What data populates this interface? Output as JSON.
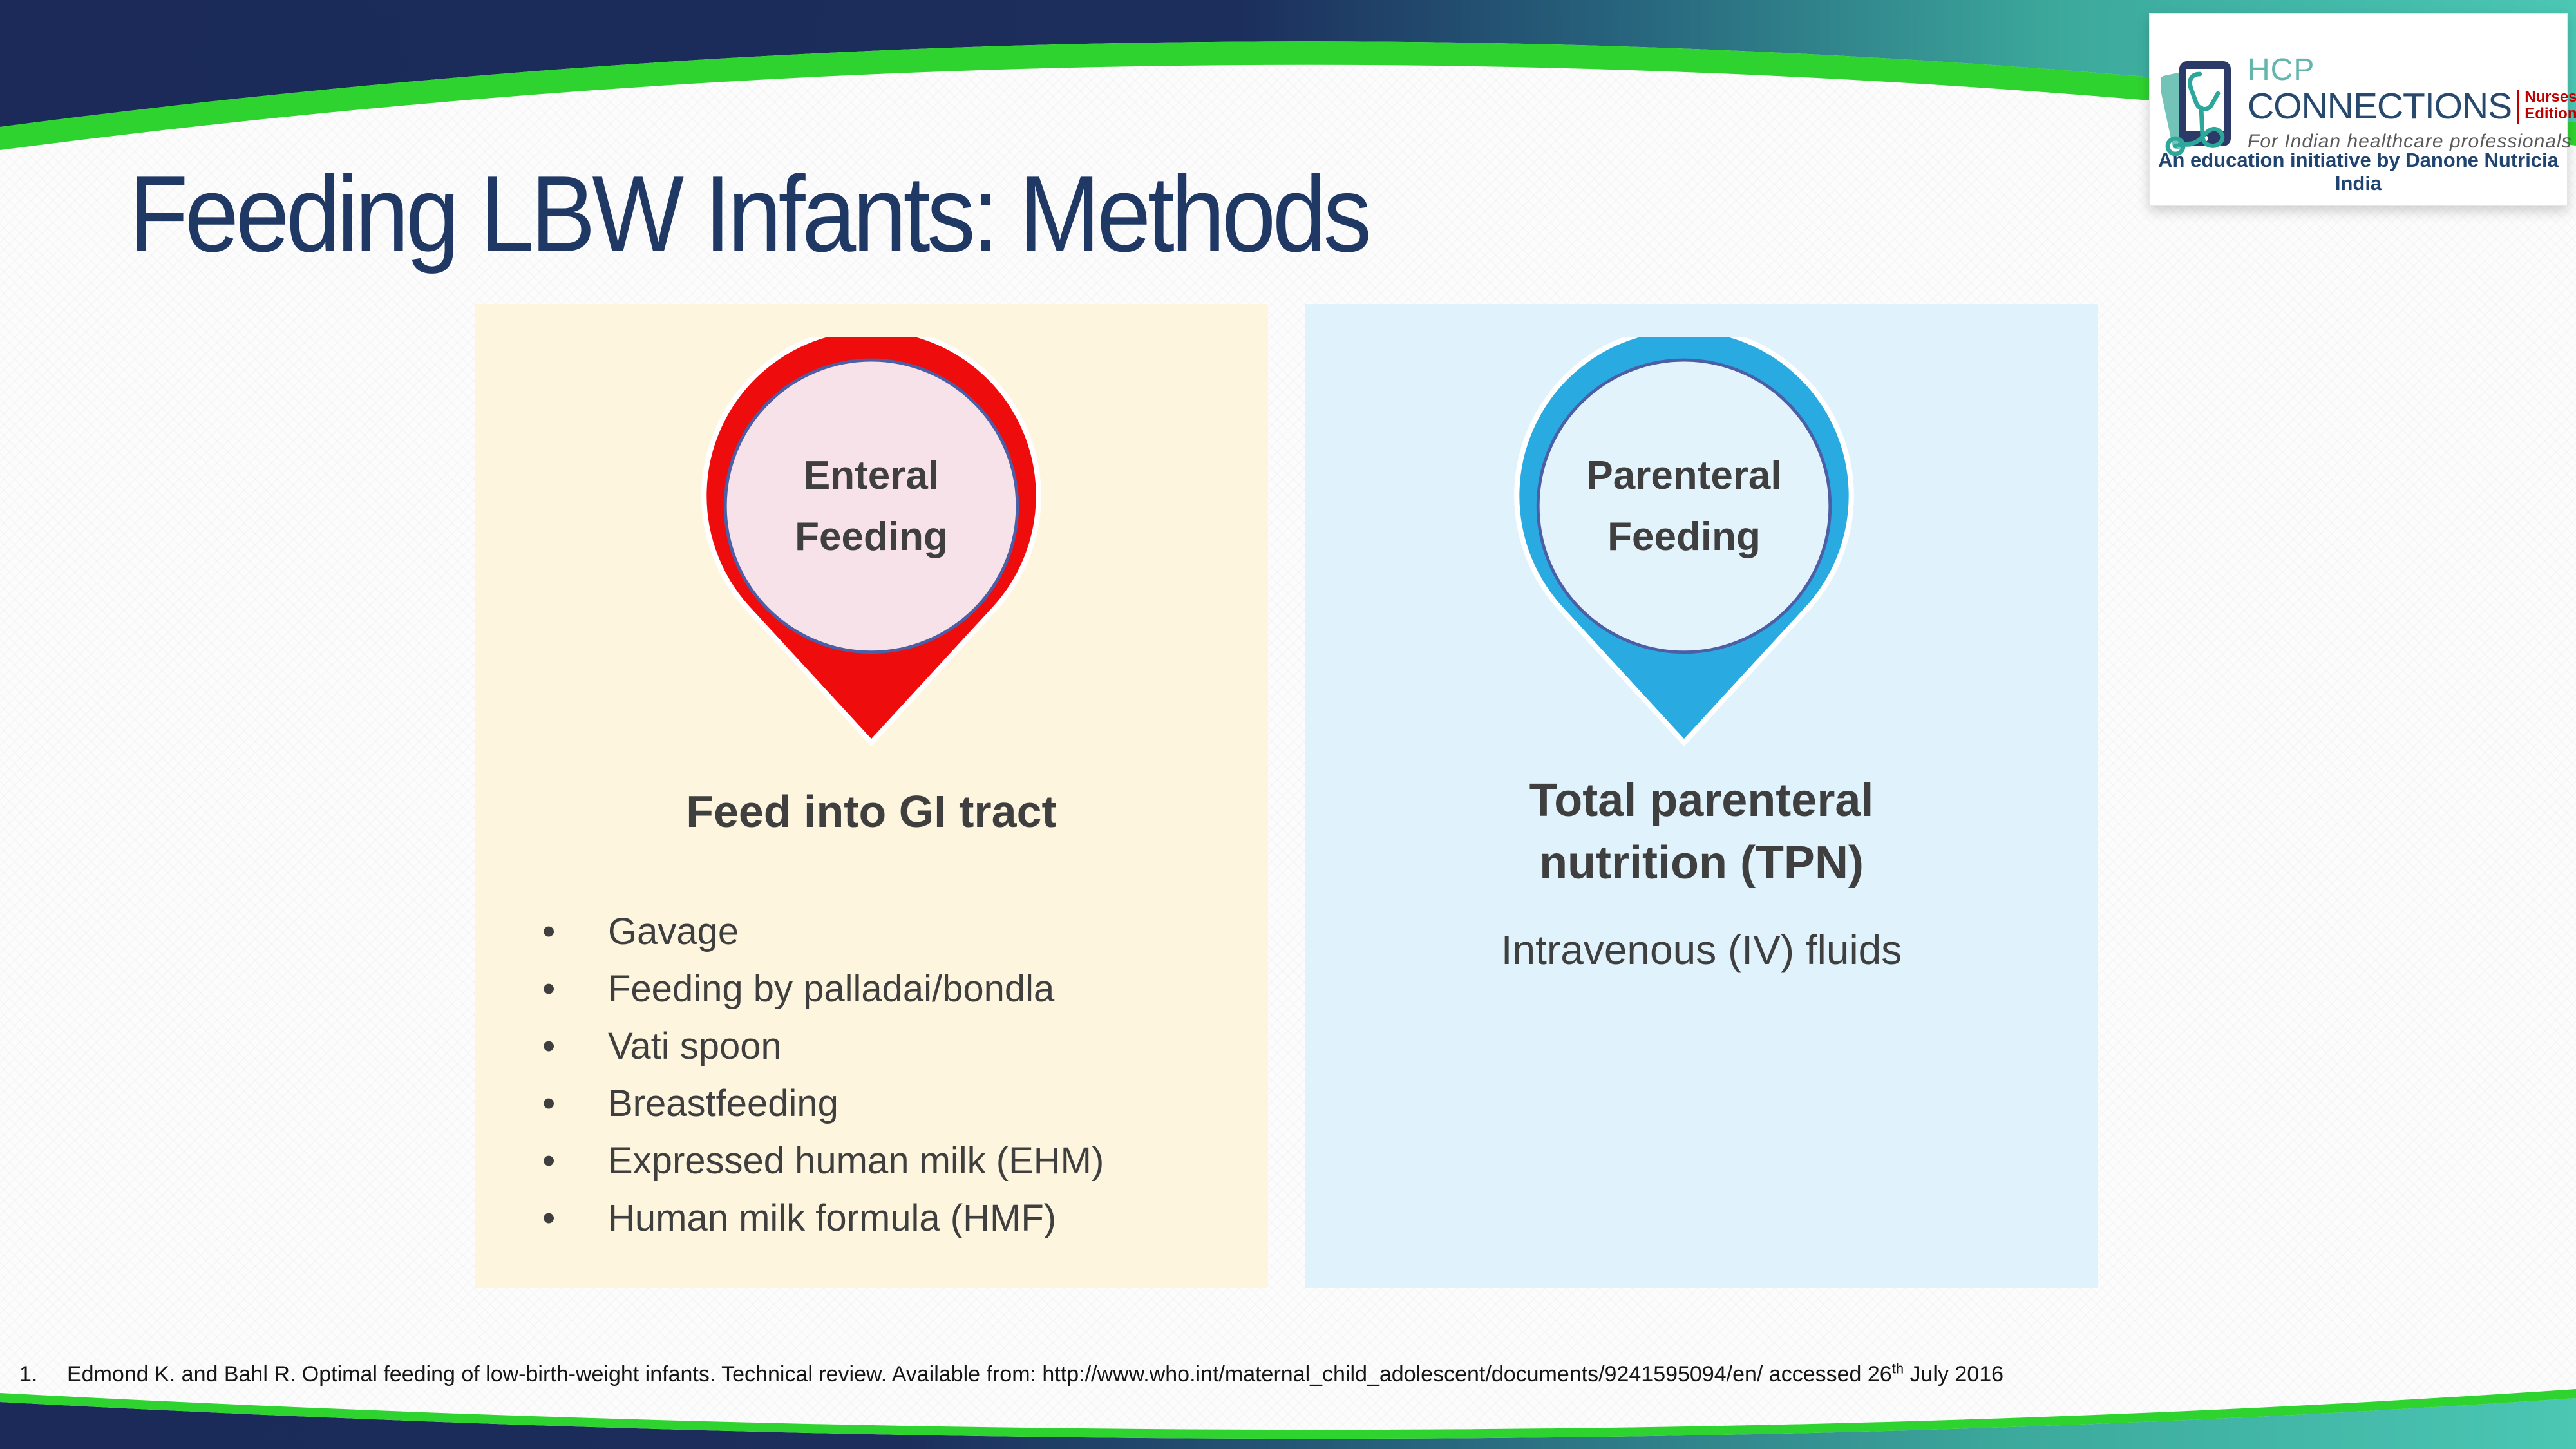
{
  "slide": {
    "title": "Feeding LBW Infants: Methods"
  },
  "logo": {
    "brand_top": "HCP",
    "brand_main": "CONNECTIONS",
    "edition_line1": "Nurses’",
    "edition_line2": "Edition",
    "tagline": "For Indian healthcare professionals",
    "initiative": "An education initiative by Danone Nutricia India"
  },
  "left_panel": {
    "pin_label_line1": "Enteral",
    "pin_label_line2": "Feeding",
    "heading": "Feed into GI tract",
    "bullets": [
      "Gavage",
      "Feeding by palladai/bondla",
      "Vati spoon",
      "Breastfeeding",
      "Expressed human milk (EHM)",
      "Human milk formula (HMF)"
    ]
  },
  "right_panel": {
    "pin_label_line1": "Parenteral",
    "pin_label_line2": "Feeding",
    "heading_line1": "Total parenteral",
    "heading_line2": "nutrition (TPN)",
    "subtext": "Intravenous (IV) fluids"
  },
  "footer": {
    "number": "1.",
    "ref_before": "Edmond K. and Bahl R. Optimal feeding of low-birth-weight infants.  Technical review.  Available from: http://www.who.int/maternal_child_adolescent/documents/9241595094/en/  accessed 26",
    "ref_sup": "th",
    "ref_after": " July 2016"
  },
  "colors": {
    "navy_band": "#1B2A58",
    "teal_band": "#4BC7B4",
    "accent_green": "#2FD32F",
    "title_navy": "#1F3864",
    "pin_red": "#EE0C0C",
    "pin_red_inner": "#F8E2E9",
    "pin_blue": "#29ABE2",
    "pin_blue_inner": "#E3F3FB",
    "pin_ring_blue": "#4B5EA6",
    "panel_cream": "#FDF5DE",
    "panel_light_blue": "#E0F2FB",
    "body_text_dark": "#3F3F3F",
    "logo_teal": "#64B6AD",
    "logo_navy": "#27496D",
    "logo_red": "#C00000",
    "logo_gray": "#595959",
    "logo_initiative_navy": "#1F4470"
  }
}
